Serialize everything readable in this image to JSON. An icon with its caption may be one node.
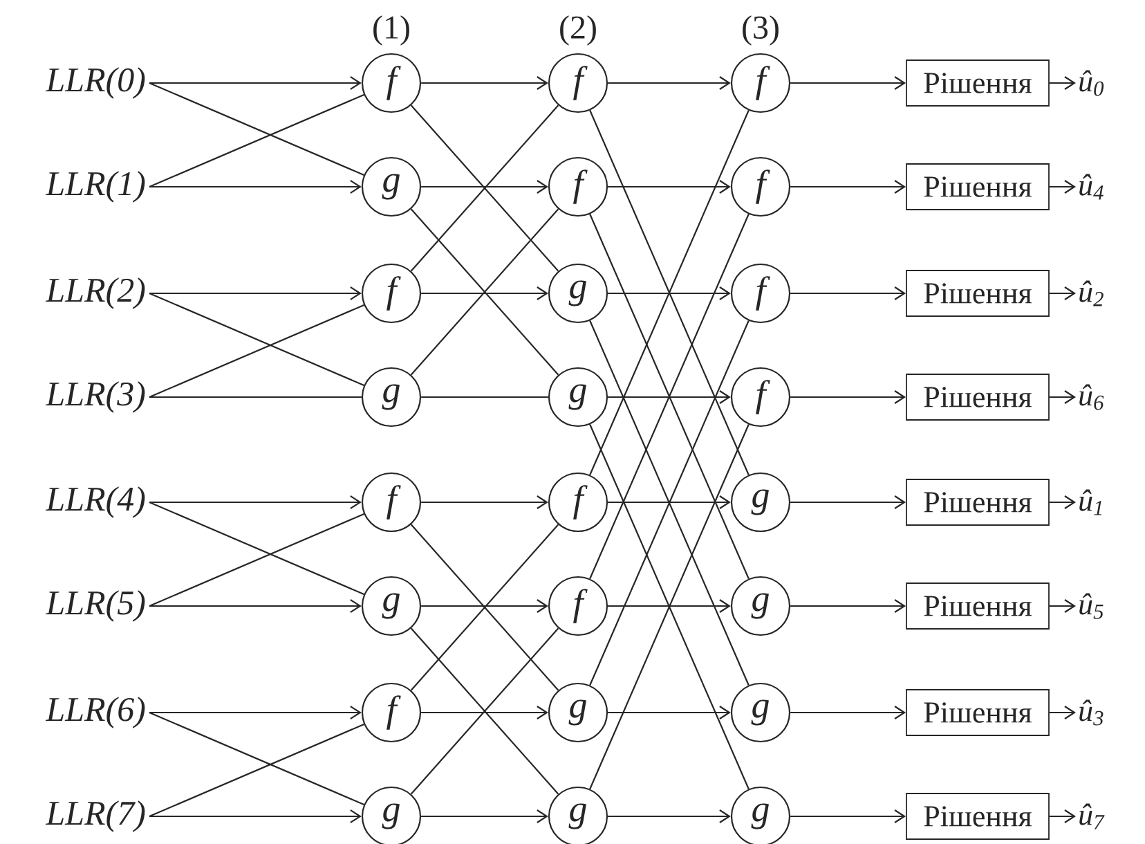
{
  "diagram": {
    "nodes": [
      {
        "text": [
          "LLR(0)"
        ]
      },
      {
        "text": [
          "LLR(1)"
        ]
      },
      {
        "text": [
          "LLR(2)"
        ]
      },
      {
        "text": [
          "LLR(3)"
        ]
      },
      {
        "text": [
          "LLR(4)"
        ]
      },
      {
        "text": [
          "LLR(5)"
        ]
      },
      {
        "text": [
          "LLR(6)"
        ]
      },
      {
        "text": [
          "LLR(7)"
        ]
      },
      {
        "text": [
          "f"
        ]
      },
      {
        "text": [
          "g"
        ]
      },
      {
        "text": [
          "f"
        ]
      },
      {
        "text": [
          "g"
        ]
      },
      {
        "text": [
          "f"
        ]
      },
      {
        "text": [
          "g"
        ]
      },
      {
        "text": [
          "f"
        ]
      },
      {
        "text": [
          "g"
        ]
      },
      {
        "text": [
          "f"
        ]
      },
      {
        "text": [
          "f"
        ]
      },
      {
        "text": [
          "g"
        ]
      },
      {
        "text": [
          "g"
        ]
      },
      {
        "text": [
          "f"
        ]
      },
      {
        "text": [
          "f"
        ]
      },
      {
        "text": [
          "g"
        ]
      },
      {
        "text": [
          "g"
        ]
      },
      {
        "text": [
          "f"
        ]
      },
      {
        "text": [
          "f"
        ]
      },
      {
        "text": [
          "f"
        ]
      },
      {
        "text": [
          "f"
        ]
      },
      {
        "text": [
          "g"
        ]
      },
      {
        "text": [
          "g"
        ]
      },
      {
        "text": [
          "g"
        ]
      },
      {
        "text": [
          "g"
        ]
      },
      {
        "text": [
          "Рішення"
        ]
      },
      {
        "text": [
          "Рішення"
        ]
      },
      {
        "text": [
          "Рішення"
        ]
      },
      {
        "text": [
          "Рішення"
        ]
      },
      {
        "text": [
          "Рішення"
        ]
      },
      {
        "text": [
          "Рішення"
        ]
      },
      {
        "text": [
          "Рішення"
        ]
      },
      {
        "text": [
          "Рішення"
        ]
      },
      {
        "text": [
          "û$_{0}$"
        ]
      },
      {
        "text": [
          "û$_{4}$"
        ]
      },
      {
        "text": [
          "û$_{2}$"
        ]
      },
      {
        "text": [
          "û$_{6}$"
        ]
      },
      {
        "text": [
          "û$_{1}$"
        ]
      },
      {
        "text": [
          "û$_{5}$"
        ]
      },
      {
        "text": [
          "û$_{3}$"
        ]
      },
      {
        "text": [
          "û$_{7}$"
        ]
      }
    ],
    "edges": [
      {
        "from": 0,
        "to": 8,
        "arrow": "to"
      },
      {
        "from": 1,
        "to": 8,
        "arrow": "none"
      },
      {
        "from": 0,
        "to": 9,
        "arrow": "none"
      },
      {
        "from": 1,
        "to": 9,
        "arrow": "to"
      },
      {
        "from": 2,
        "to": 10,
        "arrow": "to"
      },
      {
        "from": 3,
        "to": 10,
        "arrow": "none"
      },
      {
        "from": 2,
        "to": 11,
        "arrow": "none"
      },
      {
        "from": 3,
        "to": 11,
        "arrow": "none"
      },
      {
        "from": 4,
        "to": 12,
        "arrow": "to"
      },
      {
        "from": 5,
        "to": 12,
        "arrow": "none"
      },
      {
        "from": 4,
        "to": 13,
        "arrow": "none"
      },
      {
        "from": 5,
        "to": 13,
        "arrow": "to"
      },
      {
        "from": 6,
        "to": 14,
        "arrow": "to"
      },
      {
        "from": 7,
        "to": 14,
        "arrow": "none"
      },
      {
        "from": 6,
        "to": 15,
        "arrow": "none"
      },
      {
        "from": 7,
        "to": 15,
        "arrow": "to"
      },
      {
        "from": 8,
        "to": 16,
        "arrow": "to"
      },
      {
        "from": 10,
        "to": 16,
        "arrow": "none"
      },
      {
        "from": 9,
        "to": 17,
        "arrow": "to"
      },
      {
        "from": 11,
        "to": 17,
        "arrow": "none"
      },
      {
        "from": 8,
        "to": 18,
        "arrow": "none"
      },
      {
        "from": 10,
        "to": 18,
        "arrow": "to"
      },
      {
        "from": 9,
        "to": 19,
        "arrow": "none"
      },
      {
        "from": 11,
        "to": 19,
        "arrow": "none"
      },
      {
        "from": 12,
        "to": 20,
        "arrow": "to"
      },
      {
        "from": 14,
        "to": 20,
        "arrow": "none"
      },
      {
        "from": 13,
        "to": 21,
        "arrow": "to"
      },
      {
        "from": 15,
        "to": 21,
        "arrow": "none"
      },
      {
        "from": 12,
        "to": 22,
        "arrow": "none"
      },
      {
        "from": 14,
        "to": 22,
        "arrow": "to"
      },
      {
        "from": 13,
        "to": 23,
        "arrow": "none"
      },
      {
        "from": 15,
        "to": 23,
        "arrow": "to"
      },
      {
        "from": 16,
        "to": 24,
        "arrow": "to"
      },
      {
        "from": 20,
        "to": 24,
        "arrow": "none"
      },
      {
        "from": 17,
        "to": 25,
        "arrow": "to"
      },
      {
        "from": 21,
        "to": 25,
        "arrow": "none"
      },
      {
        "from": 18,
        "to": 26,
        "arrow": "to"
      },
      {
        "from": 22,
        "to": 26,
        "arrow": "none"
      },
      {
        "from": 19,
        "to": 27,
        "arrow": "to"
      },
      {
        "from": 23,
        "to": 27,
        "arrow": "none"
      },
      {
        "from": 16,
        "to": 28,
        "arrow": "none"
      },
      {
        "from": 20,
        "to": 28,
        "arrow": "to"
      },
      {
        "from": 17,
        "to": 29,
        "arrow": "none"
      },
      {
        "from": 21,
        "to": 29,
        "arrow": "to"
      },
      {
        "from": 18,
        "to": 30,
        "arrow": "none"
      },
      {
        "from": 22,
        "to": 30,
        "arrow": "to"
      },
      {
        "from": 19,
        "to": 31,
        "arrow": "none"
      },
      {
        "from": 23,
        "to": 31,
        "arrow": "to"
      },
      {
        "from": 24,
        "to": 32,
        "arrow": "to"
      },
      {
        "from": 25,
        "to": 33,
        "arrow": "to"
      },
      {
        "from": 26,
        "to": 34,
        "arrow": "to"
      },
      {
        "from": 27,
        "to": 35,
        "arrow": "to"
      },
      {
        "from": 28,
        "to": 36,
        "arrow": "to"
      },
      {
        "from": 29,
        "to": 37,
        "arrow": "to"
      },
      {
        "from": 30,
        "to": 38,
        "arrow": "to"
      },
      {
        "from": 31,
        "to": 39,
        "arrow": "to"
      },
      {
        "from": 32,
        "to": 40,
        "arrow": "to"
      },
      {
        "from": 33,
        "to": 41,
        "arrow": "to"
      },
      {
        "from": 34,
        "to": 42,
        "arrow": "to"
      },
      {
        "from": 35,
        "to": 43,
        "arrow": "to"
      },
      {
        "from": 36,
        "to": 44,
        "arrow": "to"
      },
      {
        "from": 37,
        "to": 45,
        "arrow": "to"
      },
      {
        "from": 38,
        "to": 46,
        "arrow": "to"
      },
      {
        "from": 39,
        "to": 47,
        "arrow": "to"
      }
    ],
    "labels": [
      "(1)",
      "(2)",
      "(3)"
    ]
  }
}
